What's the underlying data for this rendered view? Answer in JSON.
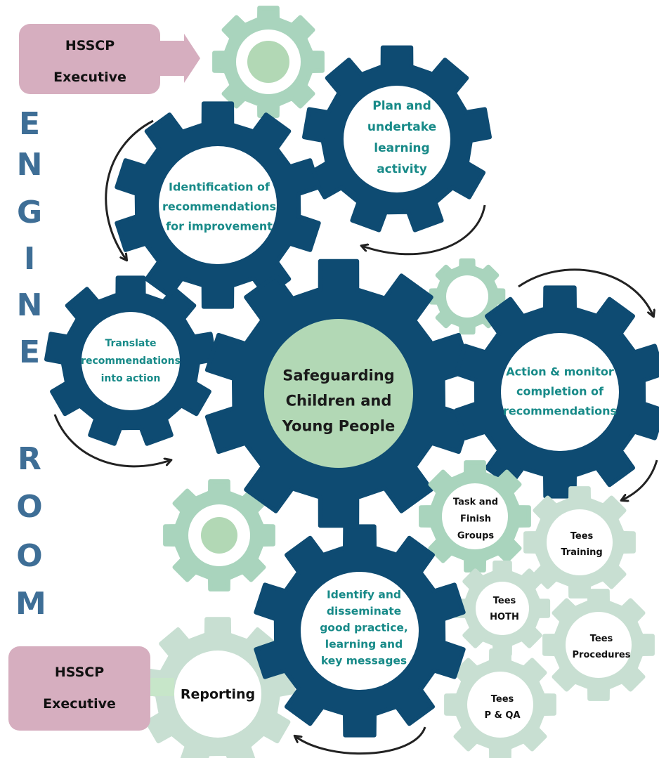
{
  "colors": {
    "dark_gear": "#0e4b72",
    "light_gear": "#a9d4bd",
    "pale_gear": "#c8dfd2",
    "center_fill": "#b2d8b5",
    "teal_text": "#178a88",
    "pink_box": "#d6aebf",
    "vertical_text": "#3e6e96",
    "arrow": "#222222"
  },
  "top_box": {
    "line1": "HSSCP",
    "line2": "Executive"
  },
  "bottom_box": {
    "line1": "HSSCP",
    "line2": "Executive"
  },
  "vertical_words": {
    "engine": [
      "E",
      "N",
      "G",
      "I",
      "N",
      "E"
    ],
    "room": [
      "R",
      "O",
      "O",
      "M"
    ]
  },
  "gears": {
    "center": [
      "Safeguarding",
      "Children and",
      "Young People"
    ],
    "plan": [
      "Plan and",
      "undertake",
      "learning",
      "activity"
    ],
    "identification": [
      "Identification of",
      "recommendations",
      "for improvement"
    ],
    "translate": [
      "Translate",
      "recommendations",
      "into action"
    ],
    "action": [
      "Action &  monitor",
      "completion of",
      "recommendations"
    ],
    "identify": [
      "Identify and",
      "disseminate",
      "good practice,",
      "learning and",
      "key messages"
    ],
    "task": [
      "Task and",
      "Finish",
      "Groups"
    ],
    "training": [
      "Tees",
      "Training"
    ],
    "hoth": [
      "Tees",
      "HOTH"
    ],
    "procedures": [
      "Tees",
      "Procedures"
    ],
    "pqa": [
      "Tees",
      "P & QA"
    ],
    "reporting": [
      "Reporting"
    ]
  }
}
